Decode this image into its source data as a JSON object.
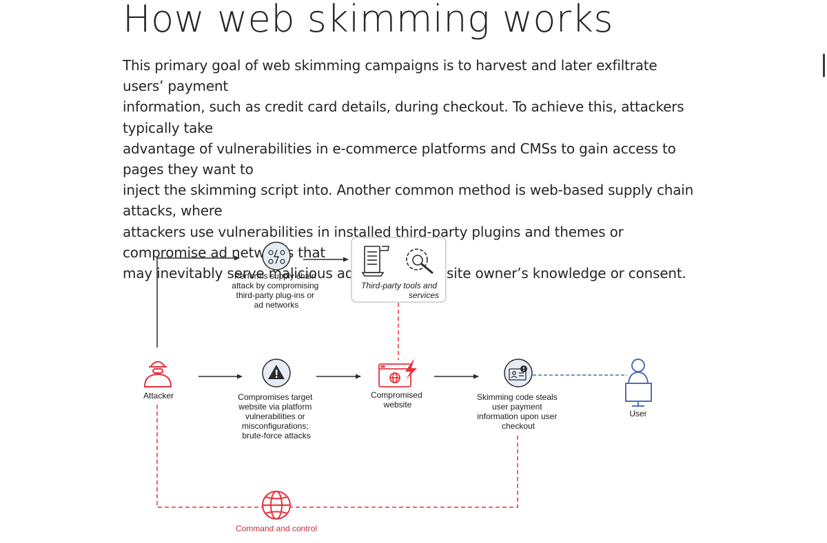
{
  "article": {
    "heading": "How web skimming works",
    "lines": [
      "This primary goal of web skimming campaigns is to harvest and later exfiltrate users’ payment",
      "information, such as credit card details, during checkout. To achieve this, attackers typically take",
      "advantage of vulnerabilities in e-commerce platforms and CMSs to gain access to pages they want to",
      "inject the skimming script into. Another common method is web-based supply chain attacks, where",
      "attackers use vulnerabilities in installed third-party plugins and themes or compromise ad networks that",
      "may inevitably serve malicious ads without the site owner’s knowledge or consent."
    ]
  },
  "diagram": {
    "attacker_label": "Attacker",
    "supply_chain_label": [
      "Performs supply chain",
      "attack by compromising",
      "third-party plug-ins or",
      "ad networks"
    ],
    "third_party_label": [
      "Third-party tools and",
      "services"
    ],
    "compromise_label": [
      "Compromises target",
      "website via platform",
      "vulnerabilities or",
      "misconfigurations;",
      "brute-force attacks"
    ],
    "compromised_website_label": [
      "Compromised",
      "website"
    ],
    "skimming_label": [
      "Skimming code steals",
      "user payment",
      "information upon user",
      "checkout"
    ],
    "user_label": "User",
    "c2_label": "Command and control",
    "colors": {
      "accent_red": "#e8303c",
      "ink": "#2b2b2b",
      "node_fill": "#e6ecf5",
      "dashed_blue": "#4a6fb5"
    }
  }
}
